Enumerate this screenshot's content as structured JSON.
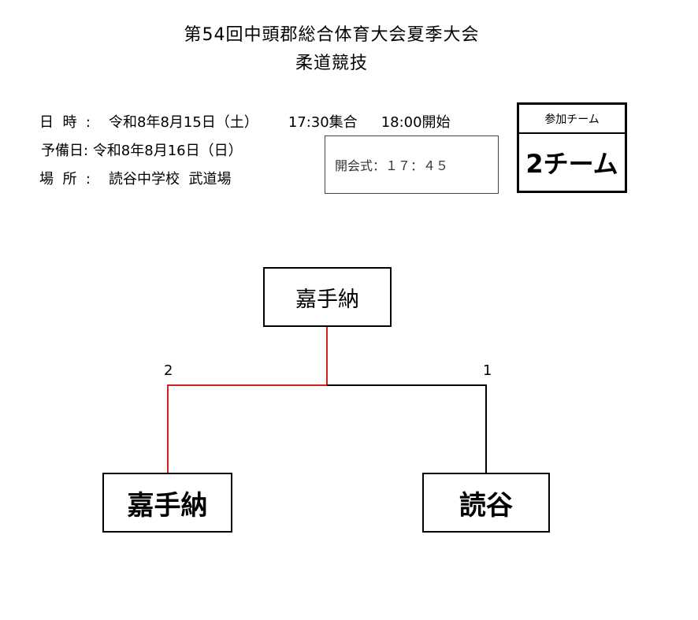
{
  "header": {
    "title": "第54回中頭郡総合体育大会夏季大会",
    "subtitle": "柔道競技"
  },
  "info": {
    "date_label": "日  時  :",
    "date_value": "令和8年8月15日（土）",
    "assembly": "17:30集合",
    "start": "18:00開始",
    "reserve_label": "予備日:",
    "reserve_value": "令和8年8月16日（日）",
    "venue_label": "場  所  :",
    "venue_value": "読谷中学校  武道場"
  },
  "opening": {
    "text": "開会式：１７：４５"
  },
  "teams": {
    "label": "参加チーム",
    "count": "2チーム"
  },
  "bracket": {
    "winner": "嘉手納",
    "left_team": "嘉手納",
    "right_team": "読谷",
    "left_score": "2",
    "right_score": "1",
    "win_color": "#d42020",
    "line_color": "#000000"
  }
}
